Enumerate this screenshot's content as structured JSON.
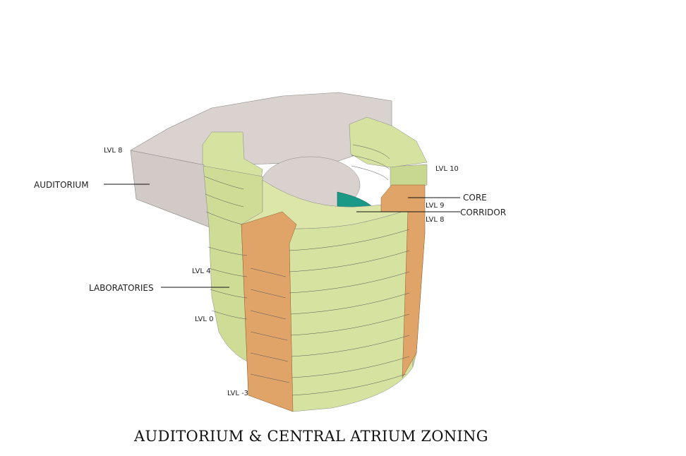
{
  "title": "AUDITORIUM & CENTRAL ATRIUM ZONING",
  "zones": {
    "auditorium": "AUDITORIUM",
    "laboratories": "LABORATORIES",
    "core": "CORE",
    "corridor": "CORRIDOR"
  },
  "levels": {
    "lvl8_left": "LVL 8",
    "lvl4": "LVL 4",
    "lvl0": "LVL 0",
    "lvl_minus3": "LVL -3",
    "lvl10": "LVL 10",
    "lvl9": "LVL 9",
    "lvl8_right": "LVL 8"
  },
  "colors": {
    "auditorium": "#d6cfcb",
    "laboratories": "#d6e3a0",
    "core": "#e0a468",
    "corridor": "#1a9a86"
  }
}
